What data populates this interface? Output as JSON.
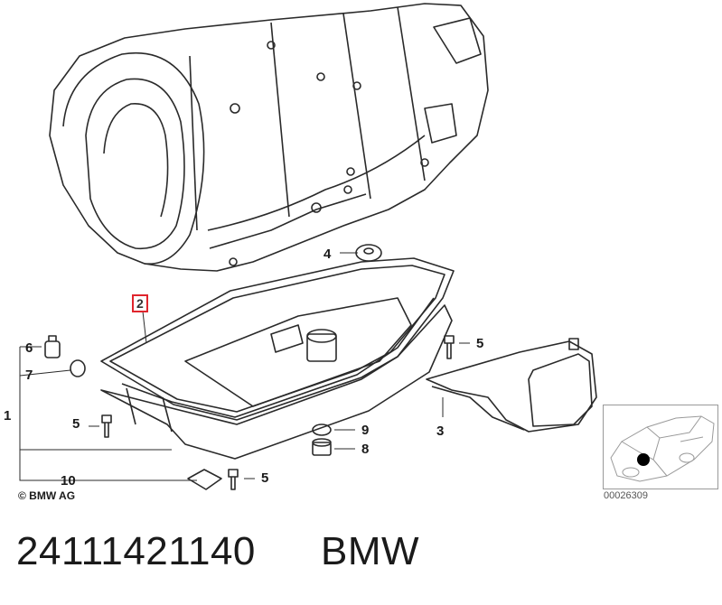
{
  "callouts": {
    "c1": "1",
    "c2": "2",
    "c3": "3",
    "c4": "4",
    "c5a": "5",
    "c5b": "5",
    "c5c": "5",
    "c6": "6",
    "c7": "7",
    "c8": "8",
    "c9": "9",
    "c10": "10"
  },
  "copyright": "© BMW AG",
  "reference_code": "00026309",
  "footer": {
    "part_number": "24111421140",
    "brand": "BMW"
  },
  "colors": {
    "line": "#2a2a2a",
    "highlight_box": "#e0252d",
    "marker": "#000000"
  }
}
